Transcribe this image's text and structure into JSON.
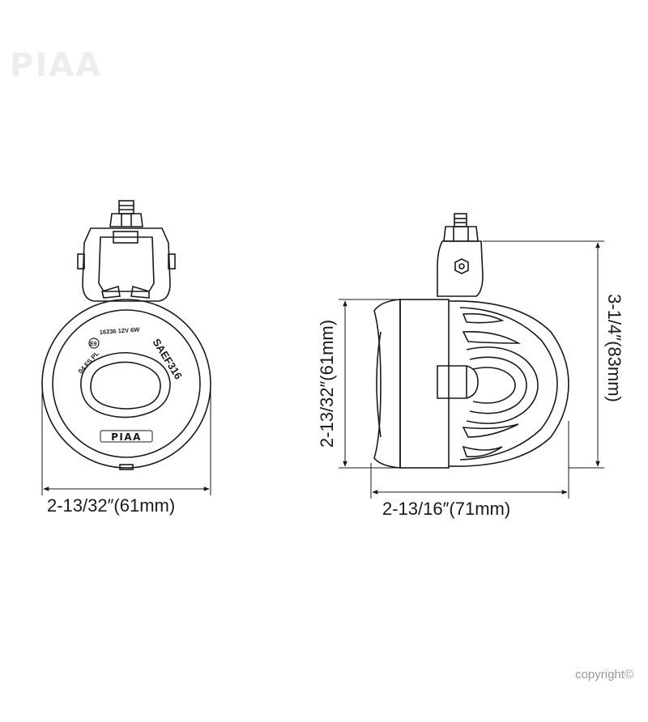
{
  "watermark": "PIAA",
  "front_view": {
    "lens_marks": {
      "line1": "04 FS PL",
      "line2": "E9",
      "line3": "16236 12V 6W",
      "line4": "SAEF316"
    },
    "badge": "PIAA",
    "width_label": "2-13/32″(61mm)"
  },
  "side_view": {
    "height_label": "2-13/32″(61mm)",
    "total_height_label": "3-1/4″(83mm)",
    "depth_label": "2-13/16″(71mm)"
  },
  "footer": {
    "copyright": "copyright©"
  },
  "colors": {
    "line": "#1a1a1a",
    "watermark": "#ededed",
    "copyright": "#9a9a9a"
  }
}
